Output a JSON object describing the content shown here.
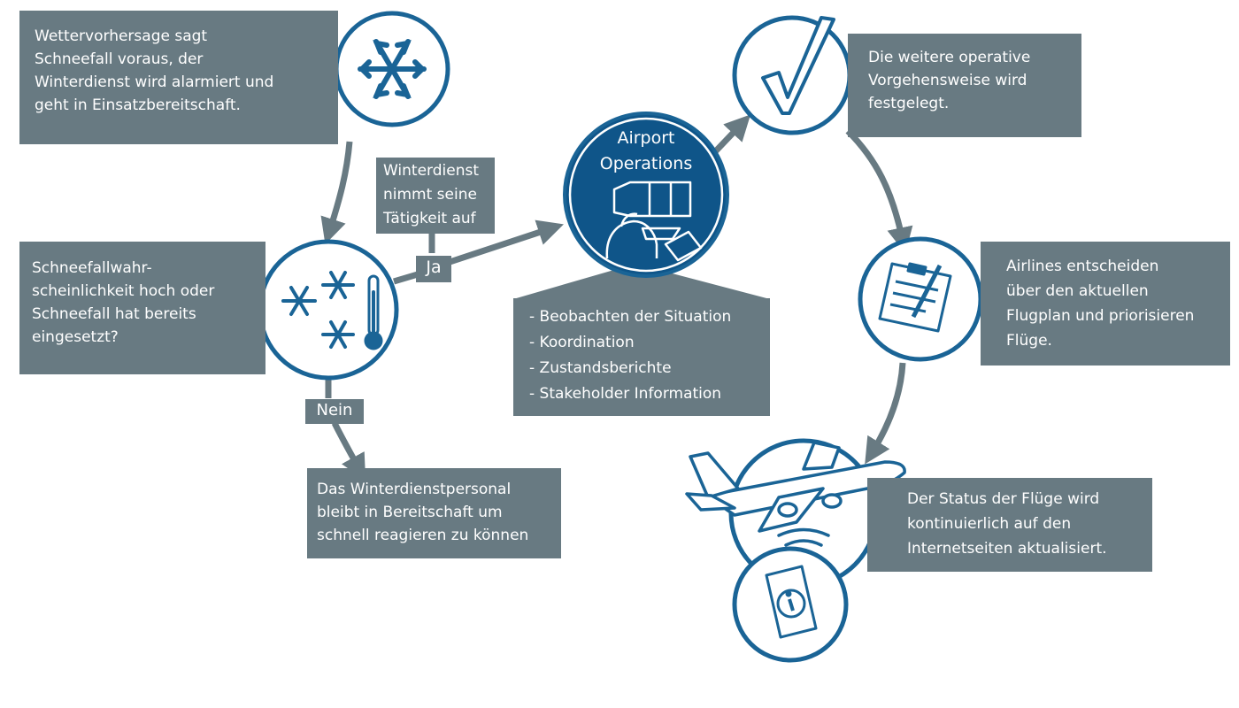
{
  "theme": {
    "accent": "#1a6496",
    "accent_dark": "#0f5589",
    "box_fill": "#687a82",
    "arrow": "#687a82",
    "text_on_box": "#ffffff"
  },
  "steps": {
    "forecast": {
      "lines": [
        "Wettervorhersage sagt",
        "Schneefall voraus, der",
        "Winterdienst  wird alarmiert und",
        "geht in Einsatzbereitschaft."
      ],
      "icon": "snowflake-icon"
    },
    "decision": {
      "lines": [
        "Schneefallwahr-",
        "scheinlichkeit hoch oder",
        "Schneefall hat bereits",
        "eingesetzt?"
      ],
      "icon": "snowflakes-thermometer-icon"
    },
    "active": {
      "lines": [
        "Winterdienst",
        "nimmt seine",
        "Tätigkeit auf"
      ]
    },
    "yes_label": "Ja",
    "no_label": "Nein",
    "standby": {
      "lines": [
        "Das Winterdienstpersonal",
        "bleibt in Bereitschaft um",
        "schnell reagieren zu können"
      ]
    },
    "operations": {
      "title_lines": [
        "Airport",
        "Operations"
      ],
      "icon": "control-room-icon",
      "tasks": [
        "Beobachten der Situation",
        "Koordination",
        "Zustandsberichte",
        "Stakeholder Information"
      ]
    },
    "procedure": {
      "lines": [
        "Die weitere operative",
        "Vorgehensweise wird",
        "festgelegt."
      ],
      "icon": "checkmark-icon"
    },
    "airlines": {
      "lines": [
        "Airlines entscheiden",
        "über den aktuellen",
        "Flugplan und priorisieren",
        "Flüge."
      ],
      "icon": "clipboard-icon"
    },
    "status": {
      "lines": [
        "Der Status der Flüge wird",
        "kontinuierlich auf den",
        "Internetseiten aktualisiert."
      ],
      "icons": [
        "airplane-icon",
        "signal-icon",
        "smartphone-info-icon"
      ]
    }
  }
}
